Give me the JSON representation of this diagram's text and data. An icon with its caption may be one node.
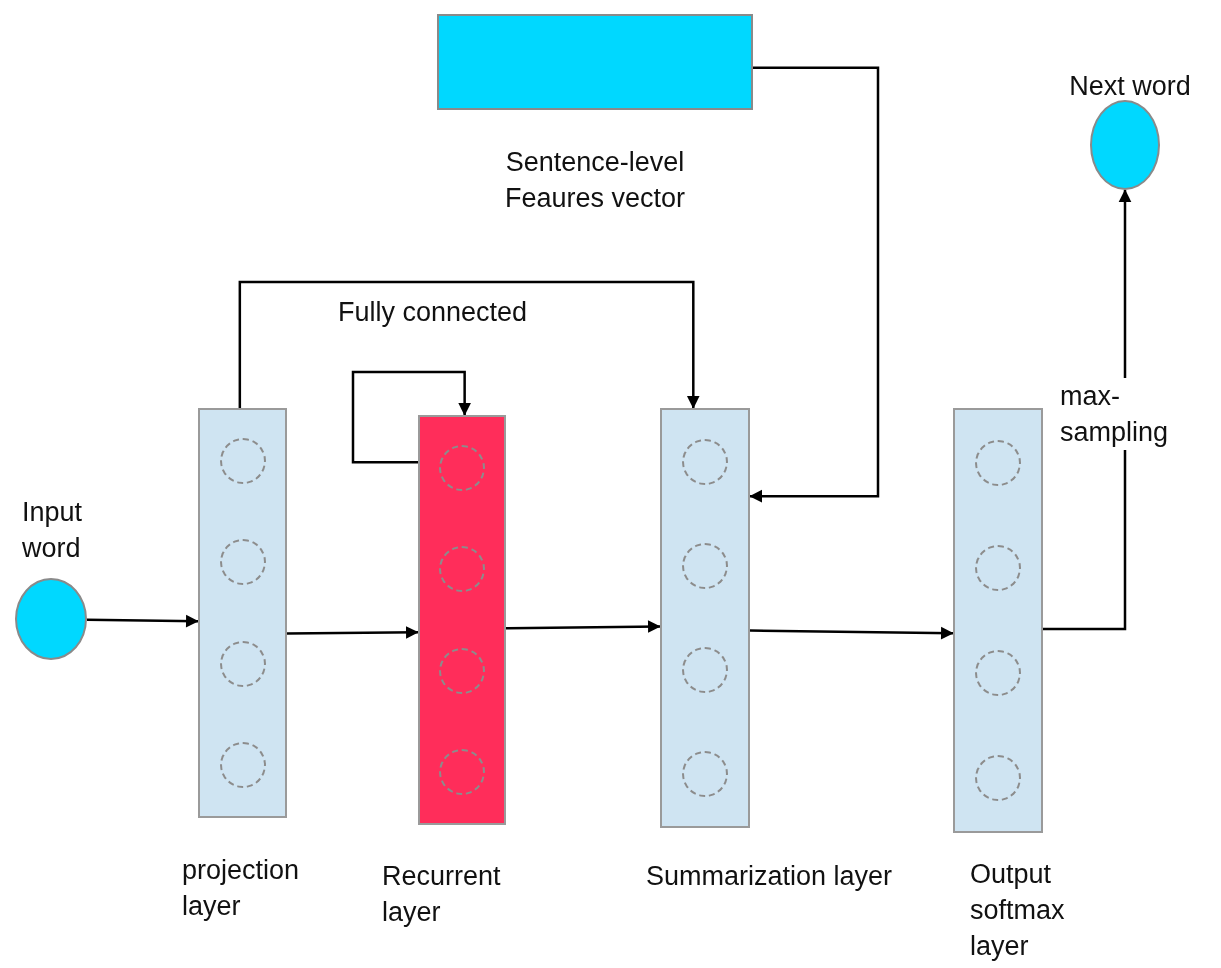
{
  "diagram": {
    "nodes": [
      {
        "text": [
          "Sentence-level Feaures vector"
        ]
      },
      {
        "text": [
          "Next word"
        ]
      },
      {
        "text": [
          "Input word"
        ]
      },
      {
        "text": [
          "projection layer"
        ]
      },
      {
        "text": [
          "Recurrent layer"
        ]
      },
      {
        "text": [
          "Summarization layer"
        ]
      },
      {
        "text": [
          "Output softmax layer"
        ]
      }
    ],
    "edges": [
      {
        "from": 2,
        "to": 3,
        "arrow": "to"
      },
      {
        "from": 3,
        "to": 4,
        "arrow": "to"
      },
      {
        "from": 4,
        "to": 5,
        "arrow": "to"
      },
      {
        "from": 5,
        "to": 6,
        "arrow": "to"
      },
      {
        "from": 3,
        "to": 5,
        "arrow": "to",
        "label": "Fully connected"
      },
      {
        "from": 4,
        "to": 4,
        "arrow": "to"
      },
      {
        "from": 0,
        "to": 5,
        "arrow": "to"
      },
      {
        "from": 6,
        "to": 1,
        "arrow": "to",
        "label": "max-sampling"
      }
    ]
  }
}
